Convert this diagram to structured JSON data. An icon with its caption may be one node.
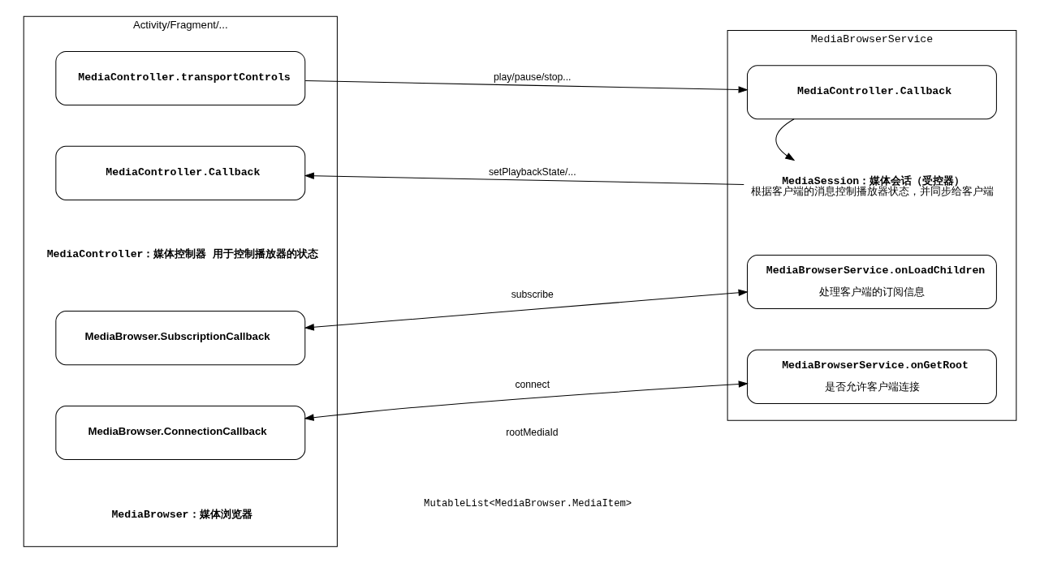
{
  "diagram": {
    "nodes": [
      {
        "text": [
          "Activity/Fragment/..."
        ]
      },
      {
        "text": [
          "MediaBrowser.ConnectionCallback"
        ],
        "in": 0
      },
      {
        "text": [
          "MediaBrowser.SubscriptionCallback"
        ],
        "in": 0
      },
      {
        "text": [
          "MediaController.Callback"
        ],
        "in": 0
      },
      {
        "text": [
          "MediaController.transportControls"
        ],
        "in": 0
      },
      {
        "text": [
          "MediaBrowserService"
        ]
      },
      {
        "text": [
          "MediaBrowserService.onGetRoot",
          "是否允许客户端连接"
        ],
        "in": 5
      },
      {
        "text": [
          "MediaBrowserService.onLoadChildren",
          "处理客户端的订阅信息"
        ],
        "in": 5
      },
      {
        "text": [
          "MediaSession：媒体会话（受控器）",
          "根据客户端的消息控制播放器状态，并同步给客户端"
        ],
        "in": 5
      },
      {
        "text": [
          "MediaController.Callback"
        ],
        "in": 5
      }
    ],
    "edges": [
      {
        "from": 1,
        "to": 6,
        "arrow": "both",
        "label": "connect"
      },
      {
        "from": 2,
        "to": 7,
        "arrow": "both",
        "label": "subscribe"
      },
      {
        "from": 8,
        "to": 3,
        "arrow": "to",
        "label": "setPlaybackState/..."
      },
      {
        "from": 4,
        "to": 9,
        "arrow": "to",
        "label": "play/pause/stop..."
      },
      {
        "from": 9,
        "to": 8,
        "arrow": "to"
      }
    ],
    "labels": [
      "MediaBrowser：媒体浏览器",
      "rootMediaId",
      "MutableList<MediaBrowser.MediaItem>",
      "MediaController：媒体控制器 用于控制播放器的状态"
    ]
  }
}
